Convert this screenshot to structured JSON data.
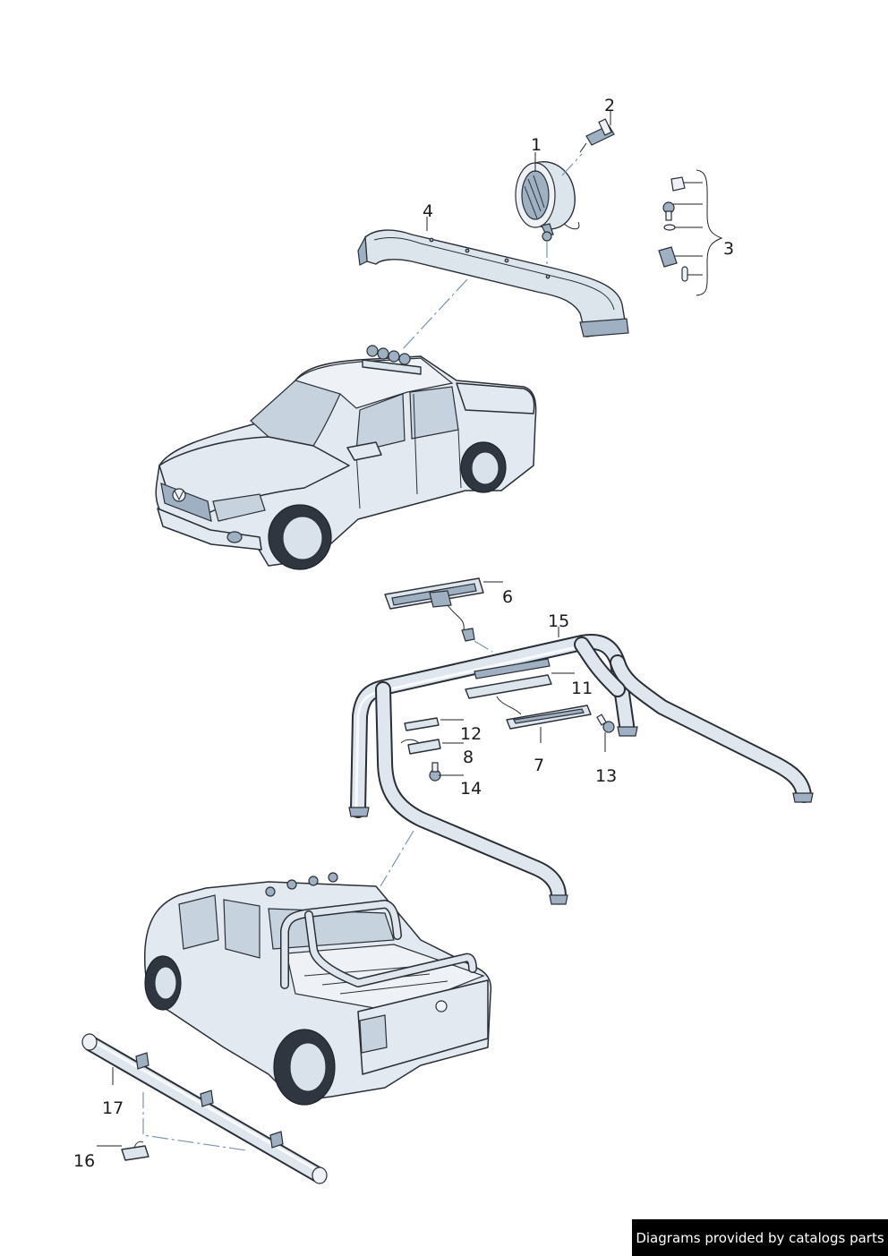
{
  "callouts": {
    "c1": "1",
    "c2": "2",
    "c3": "3",
    "c4": "4",
    "c6": "6",
    "c7": "7",
    "c8": "8",
    "c11": "11",
    "c12": "12",
    "c13": "13",
    "c14": "14",
    "c15": "15",
    "c16": "16",
    "c17": "17"
  },
  "footer": {
    "text": "Diagrams provided by catalogs parts"
  }
}
